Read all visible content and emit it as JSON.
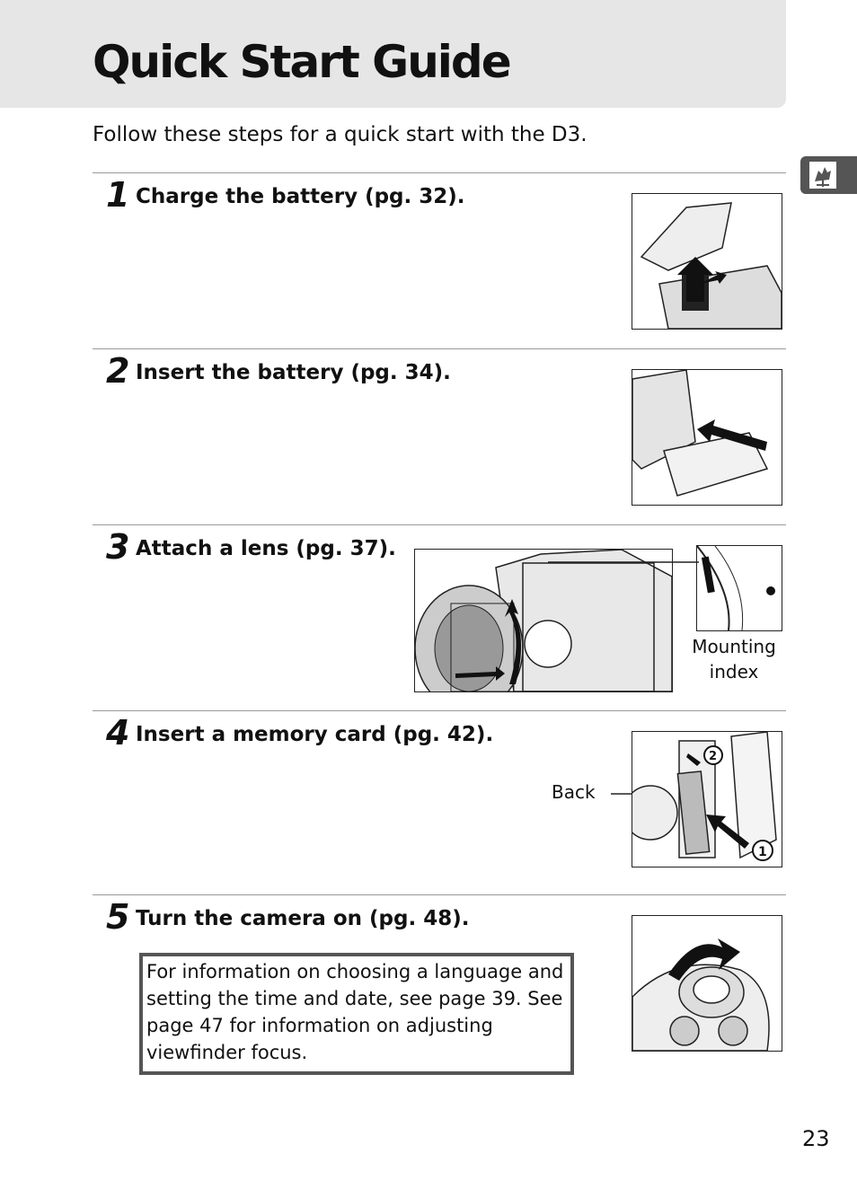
{
  "title": "Quick Start Guide",
  "intro": "Follow these steps for a quick start with the D3.",
  "steps": [
    {
      "number": "1",
      "text": "Charge the battery (pg. 32)."
    },
    {
      "number": "2",
      "text": "Insert the battery (pg. 34)."
    },
    {
      "number": "3",
      "text": "Attach a lens (pg. 37)."
    },
    {
      "number": "4",
      "text": "Insert a memory card (pg. 42)."
    },
    {
      "number": "5",
      "text": "Turn the camera on (pg. 48)."
    }
  ],
  "figure_labels": {
    "mounting_line1": "Mounting",
    "mounting_line2": "index",
    "back": "Back"
  },
  "note": "For information on choosing a language and setting the time and date, see page 39. See page 47 for information on adjusting viewfinder focus.",
  "side_tab_icon": "quick-start-rooster-icon",
  "page_number": "23"
}
